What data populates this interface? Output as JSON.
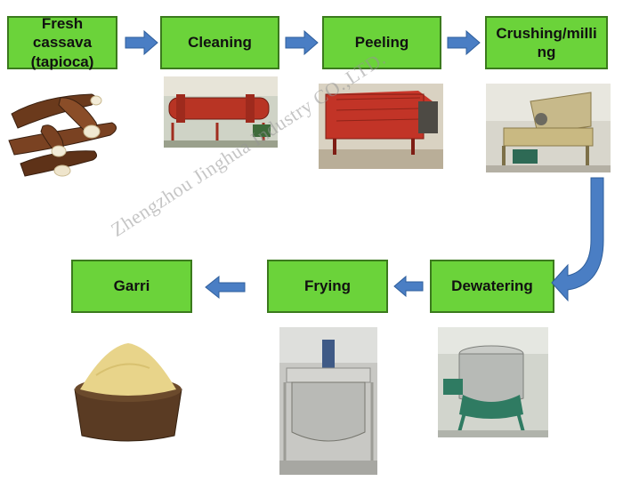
{
  "steps": {
    "fresh_cassava": "Fresh cassava\n(tapioca)",
    "cleaning": "Cleaning",
    "peeling": "Peeling",
    "crushing": "Crushing/milli\nng",
    "dewatering": "Dewatering",
    "frying": "Frying",
    "garri": "Garri"
  },
  "watermark": "Zhengzhou Jinghua Industry CO.,LTD.",
  "colors": {
    "box_fill": "#6bd33a",
    "box_border": "#3b7a1d",
    "arrow_fill": "#4a7ec4"
  }
}
